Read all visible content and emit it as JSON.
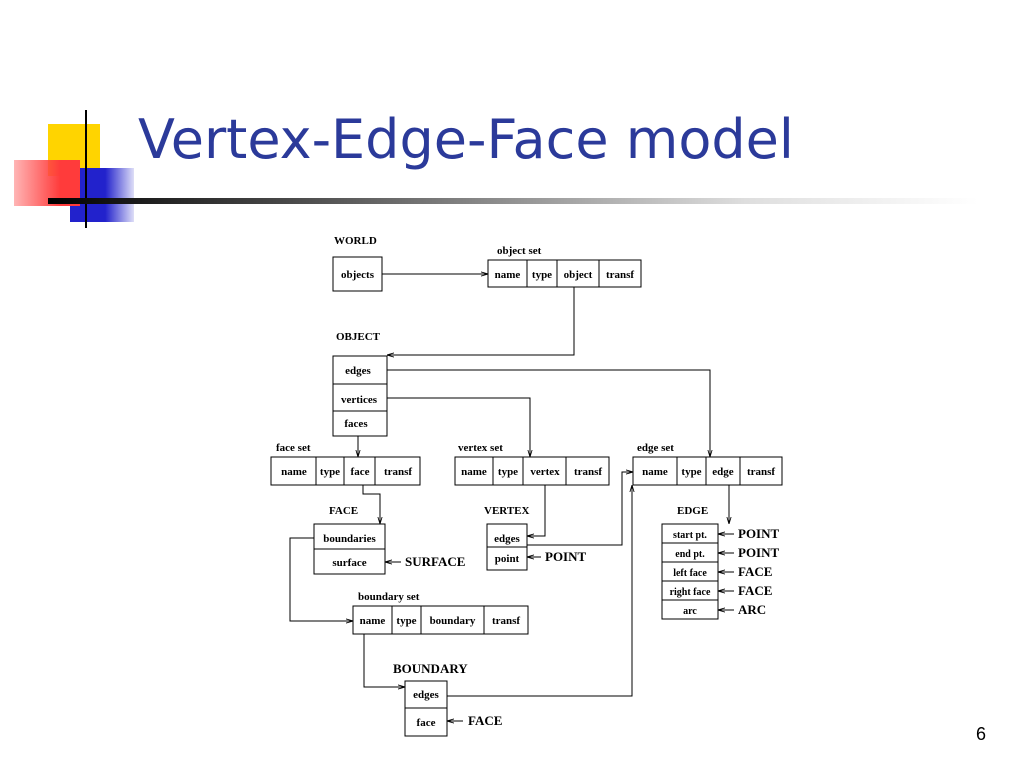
{
  "slide": {
    "title": "Vertex-Edge-Face model",
    "number": "6"
  },
  "colors": {
    "title": "#2b3a9a",
    "accent_yellow": "#ffd400",
    "accent_red": "#ff3b3b",
    "accent_blue": "#2222cc"
  },
  "diagram": {
    "world": {
      "label": "WORLD",
      "field": "objects"
    },
    "object_set": {
      "label": "object set",
      "fields": [
        "name",
        "type",
        "object",
        "transf"
      ]
    },
    "object": {
      "label": "OBJECT",
      "fields": [
        "edges",
        "vertices",
        "faces"
      ]
    },
    "face_set": {
      "label": "face set",
      "fields": [
        "name",
        "type",
        "face",
        "transf"
      ]
    },
    "vertex_set": {
      "label": "vertex set",
      "fields": [
        "name",
        "type",
        "vertex",
        "transf"
      ]
    },
    "edge_set": {
      "label": "edge set",
      "fields": [
        "name",
        "type",
        "edge",
        "transf"
      ]
    },
    "face": {
      "label": "FACE",
      "fields": [
        "boundaries",
        "surface"
      ],
      "surface_target": "SURFACE"
    },
    "vertex": {
      "label": "VERTEX",
      "fields": [
        "edges",
        "point"
      ],
      "point_target": "POINT"
    },
    "edge": {
      "label": "EDGE",
      "fields": [
        "start pt.",
        "end pt.",
        "left face",
        "right face",
        "arc"
      ],
      "targets": [
        "POINT",
        "POINT",
        "FACE",
        "FACE",
        "ARC"
      ]
    },
    "boundary_set": {
      "label": "boundary set",
      "fields": [
        "name",
        "type",
        "boundary",
        "transf"
      ]
    },
    "boundary": {
      "label": "BOUNDARY",
      "fields": [
        "edges",
        "face"
      ],
      "face_target": "FACE"
    }
  }
}
